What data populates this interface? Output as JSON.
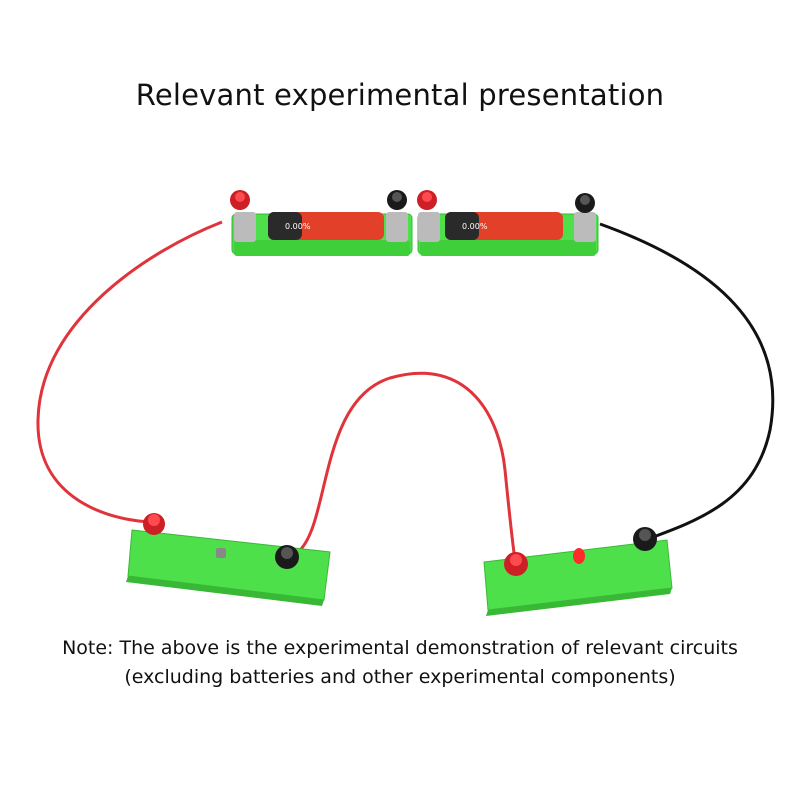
{
  "heading": "Relevant experimental presentation",
  "note": {
    "line1": "Note: The above is the experimental demonstration of relevant circuits",
    "line2": "(excluding batteries and other experimental components)"
  },
  "colors": {
    "board_green": "#4ee04a",
    "wire_red": "#e0333a",
    "wire_black": "#111111",
    "battery_red": "#e3402a",
    "battery_dark": "#2a2a2a"
  },
  "battery_label": "0.00%"
}
